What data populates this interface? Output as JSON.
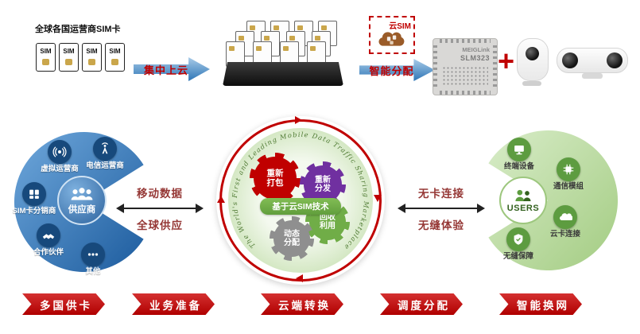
{
  "top": {
    "sim_group_label": "全球各国运营商SIM卡",
    "sim_cards": [
      "SIM",
      "SIM",
      "SIM",
      "SIM"
    ],
    "arrow_centralize_label": "集中上云",
    "cloud_sim_label": "云SIM",
    "arrow_allocate_label": "智能分配",
    "chip_brand": "MEIGLink",
    "chip_model": "SLM323",
    "plus_sign": "+"
  },
  "suppliers": {
    "center_label": "供应商",
    "items": [
      {
        "label": "虚拟运营商",
        "icon": "broadcast-icon"
      },
      {
        "label": "电信运营商",
        "icon": "antenna-icon"
      },
      {
        "label": "SIM卡分销商",
        "icon": "sim-grid-icon"
      },
      {
        "label": "合作伙伴",
        "icon": "handshake-icon"
      },
      {
        "label": "其他",
        "icon": "ellipsis-icon"
      }
    ]
  },
  "flow_left": {
    "line1": "移动数据",
    "line2": "全球供应"
  },
  "marketplace": {
    "ring_text": "The World's First and Leading Mobile Data Traffic Sharing Marketplace",
    "banner_label": "基于云SIM技术",
    "gears": [
      {
        "label": "重新打包",
        "color": "#c00000"
      },
      {
        "label": "重新分发",
        "color": "#7030a0"
      },
      {
        "label": "回收利用",
        "color": "#70ad47"
      },
      {
        "label": "动态分配",
        "color": "#8f8f8f"
      }
    ]
  },
  "flow_right": {
    "line1": "无卡连接",
    "line2": "无缝体验"
  },
  "users": {
    "center_label": "USERS",
    "items": [
      {
        "label": "终端设备",
        "icon": "device-icon"
      },
      {
        "label": "通信模组",
        "icon": "chip-icon"
      },
      {
        "label": "云卡连接",
        "icon": "cloud-icon"
      },
      {
        "label": "无缝保障",
        "icon": "shield-icon"
      }
    ]
  },
  "stages": [
    "多国供卡",
    "业务准备",
    "云端转换",
    "调度分配",
    "智能换网"
  ],
  "colors": {
    "accent_red": "#c00000",
    "blue": "#2e75b6",
    "dark_blue": "#17497c",
    "green": "#70ad47",
    "light_green": "#c5e0b4",
    "flow_text": "#953735"
  }
}
